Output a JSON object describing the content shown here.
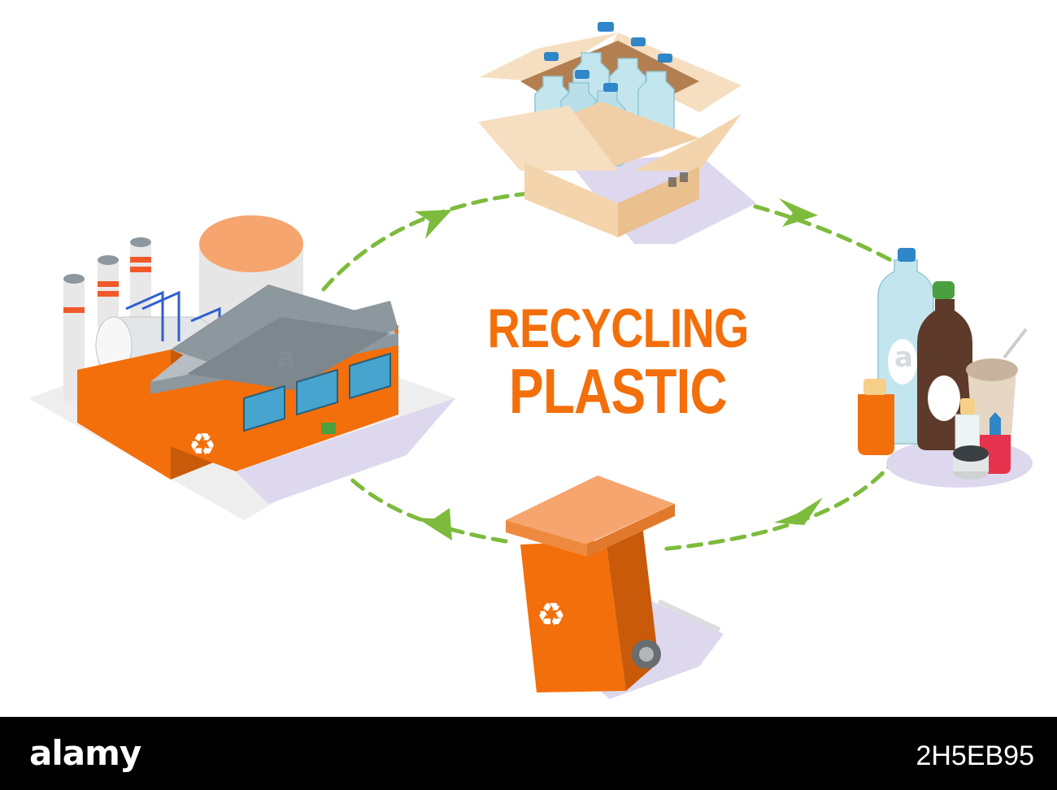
{
  "title": {
    "line1": "RECYCLING",
    "line2": "PLASTIC"
  },
  "colors": {
    "title": "#f36f0b",
    "arrow": "#7dbb3c",
    "orange": "#f36f0b",
    "roof": "#8c979e",
    "cardboard": "#f3d4ad",
    "bottle": "#bfe4ec",
    "cap": "#2f86c8",
    "shadow": "#ddd8ee"
  },
  "stages": [
    {
      "name": "plastic-bottles-box",
      "icon": "cardboard-box-icon"
    },
    {
      "name": "plastic-waste",
      "icon": "plastic-containers-icon"
    },
    {
      "name": "recycling-bin",
      "icon": "wheelie-bin-icon"
    },
    {
      "name": "recycling-plant",
      "icon": "factory-icon"
    }
  ],
  "footer": {
    "logo": "alamy",
    "image_id": "2H5EB95",
    "watermark": "a"
  }
}
